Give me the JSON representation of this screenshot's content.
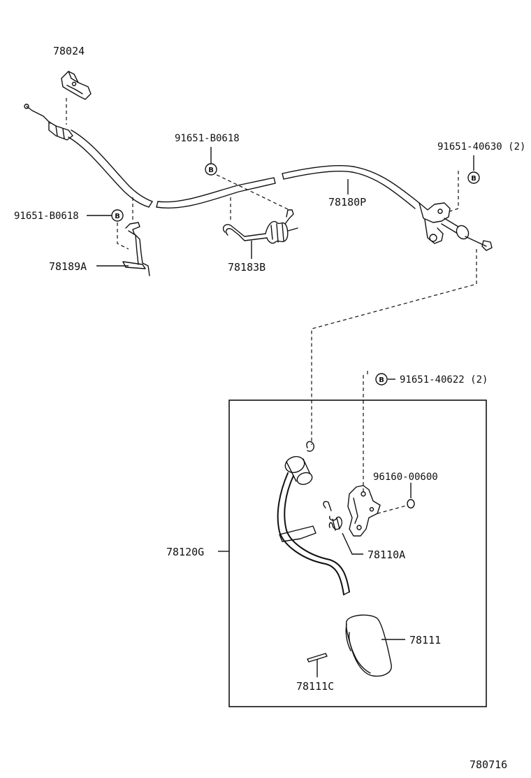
{
  "parts": {
    "cable_clamp": "78024",
    "clip_upper": "91651-B0618",
    "bracket_upper_right": "91651-40630 (2)",
    "cable": "78180P",
    "clip_left": "91651-B0618",
    "cable_guide": "78189A",
    "spring_clip": "78183B",
    "bracket_pedal": "91651-40622 (2)",
    "nut": "96160-00600",
    "pedal_assembly": "78120G",
    "spring_bracket": "78110A",
    "pedal_pad": "78111",
    "pin": "78111C"
  },
  "badge_letter": "B",
  "figure_code": "780716"
}
